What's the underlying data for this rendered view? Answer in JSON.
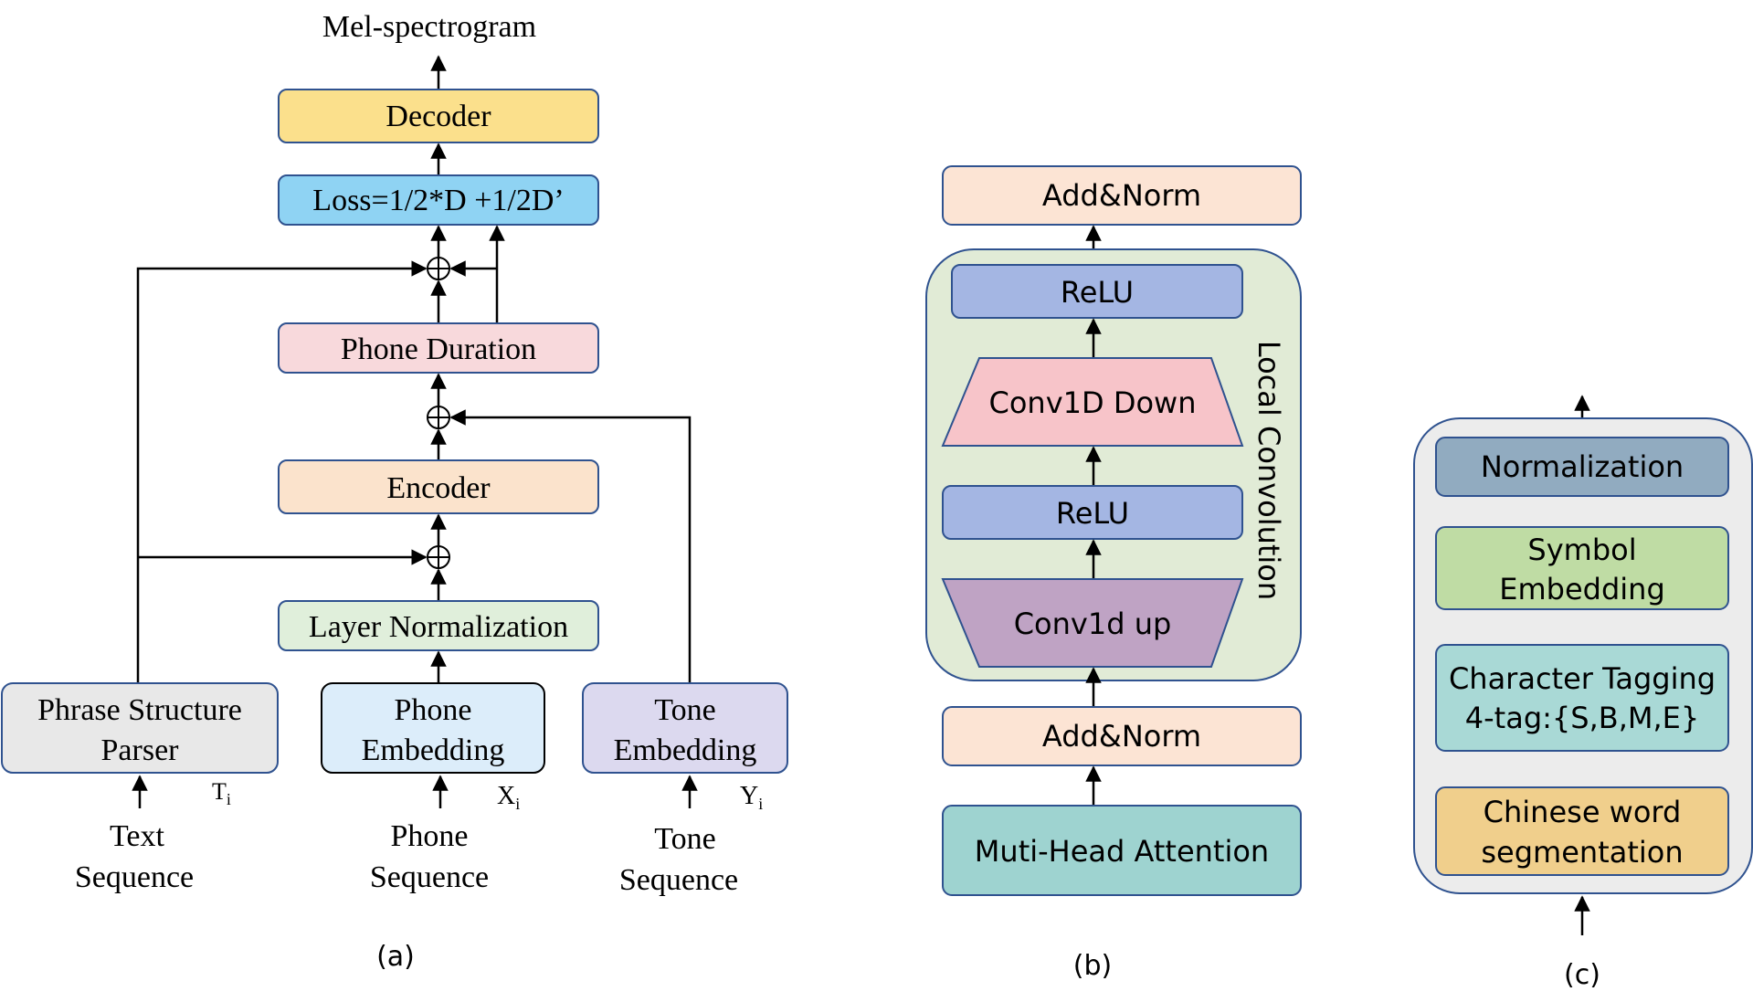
{
  "panel_a": {
    "output_label": "Mel-spectrogram",
    "decoder": "Decoder",
    "loss": "Loss=1/2*D +1/2D’",
    "phone_duration": "Phone Duration",
    "encoder": "Encoder",
    "layer_norm": "Layer Normalization",
    "phrase_parser": [
      "Phrase Structure",
      "Parser"
    ],
    "phone_embedding": [
      "Phone",
      "Embedding"
    ],
    "tone_embedding": [
      "Tone",
      "Embedding"
    ],
    "text_sequence": [
      "Text",
      "Sequence"
    ],
    "phone_sequence": [
      "Phone",
      "Sequence"
    ],
    "tone_sequence": [
      "Tone",
      "Sequence"
    ],
    "sym_t": "T",
    "sym_x": "X",
    "sym_y": "Y",
    "sub_i": "i",
    "caption": "(a)"
  },
  "panel_b": {
    "add_norm_top": "Add&Norm",
    "relu_top": "ReLU",
    "conv_down": "Conv1D Down",
    "relu_mid": "ReLU",
    "conv_up": "Conv1d up",
    "add_norm_bottom": "Add&Norm",
    "attention": "Muti-Head Attention",
    "group_label": "Local Convolution",
    "caption": "(b)"
  },
  "panel_c": {
    "normalization": "Normalization",
    "symbol_embedding": [
      "Symbol",
      "Embedding"
    ],
    "char_tagging": [
      "Character Tagging",
      "4-tag:{S,B,M,E}"
    ],
    "word_seg": [
      "Chinese word",
      "segmentation"
    ],
    "caption": "(c)"
  },
  "colors": {
    "decoder": "#fbe08c",
    "loss": "#8fd3f3",
    "phone_duration": "#f8d9dc",
    "encoder": "#fbe3cc",
    "layer_norm": "#e0efdb",
    "phrase_parser": "#e8e8e8",
    "phone_embedding": "#dcedfa",
    "tone_embedding": "#dcd9ef",
    "add_norm": "#fce4d4",
    "relu": "#a4b6e3",
    "conv_down": "#f7c4c9",
    "conv_up": "#bfa3c4",
    "attention": "#9ed3d0",
    "local_conv_bg": "#e1ebd6",
    "normalization": "#91abc0",
    "symbol_embedding": "#bfdca4",
    "char_tagging": "#a9d9d6",
    "word_seg": "#f0cf8c",
    "panel_c_bg": "#ececec",
    "border": "#2f528f"
  }
}
